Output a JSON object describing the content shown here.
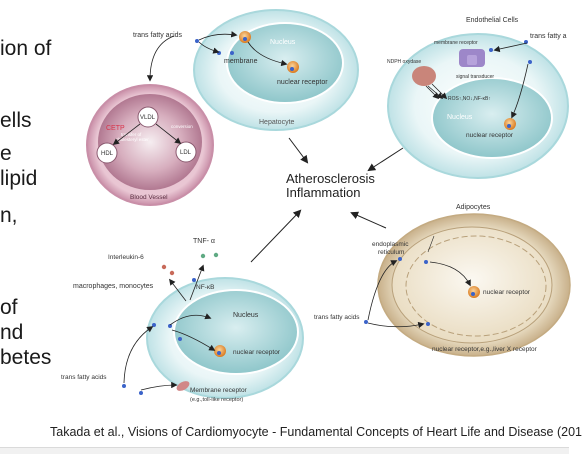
{
  "slide_fragments": [
    "ion of",
    "ells",
    "e",
    "lipid",
    "n,",
    "of",
    "nd",
    "betes"
  ],
  "center": {
    "line1": "Atherosclerosis",
    "line2": "Inflammation"
  },
  "hepatocyte": {
    "trans_fatty_acids": "trans fatty acids",
    "nucleus": "Nucleus",
    "membrane": "membrane",
    "nuclear_receptor": "nuclear receptor",
    "title": "Hepatocyte"
  },
  "blood_vessel": {
    "title": "Blood Vessel",
    "vldl": "VLDL",
    "hdl": "HDL",
    "ldl": "LDL",
    "cetp": "CETP",
    "transfer_line1": "transfer of",
    "transfer_line2": "cholesteryl ester",
    "conversion": "conversion"
  },
  "endothelial": {
    "title": "Endothelial Cells",
    "trans_fatty_acids": "trans fatty a",
    "membrane_receptor": "membrane receptor",
    "nadph": "NDPH oxydase",
    "signal_transducer": "signal transducer",
    "ros_line": "ROS↑,NO↓,NF-κB↑",
    "nucleus": "Nucleus",
    "nuclear_receptor": "nuclear receptor"
  },
  "adipocytes": {
    "title": "Adipocytes",
    "er_line1": "endoplasmic",
    "er_line2": "reticulum",
    "trans_fatty_acids": "trans fatty acids",
    "nuclear_receptor": "nuclear receptor",
    "nuclear_receptor_eg": "nuclear receptor,e.g.,liver X receptor"
  },
  "macrophage": {
    "tnf": "TNF- α",
    "interleukin": "Interleukin-6",
    "macrophages": "macrophages, monocytes",
    "nfkb": "NF-κB",
    "nucleus": "Nucleus",
    "nuclear_receptor": "nuclear receptor",
    "trans_fatty_acids": "trans fatty acids",
    "membrane_receptor_line1": "Membrane receptor",
    "membrane_receptor_line2": "(e.g.,toll-like receptor)"
  },
  "citation": "Takada et al., Visions of Cardiomyocyte - Fundamental Concepts of Heart Life and Disease (201",
  "colors": {
    "cell_outer": "#cfe9ec",
    "nucleus_fill": "#a9d3d6",
    "vessel_fill": "#c38ca2",
    "adipocyte_fill": "#d9c6a2",
    "receptor": "#e59a3a",
    "dot": "#3b63c9",
    "cetp": "#d9334a"
  }
}
